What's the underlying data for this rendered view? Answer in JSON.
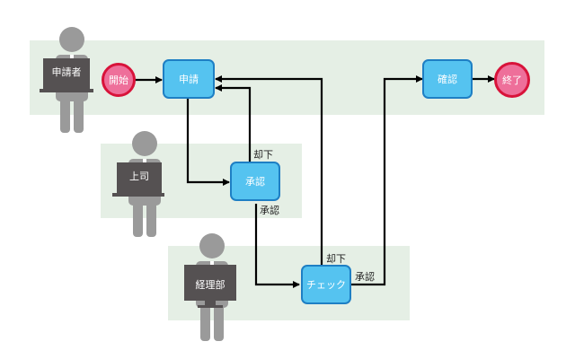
{
  "title": "申請ワークフロー",
  "colors": {
    "lane": "#e5efe5",
    "process_fill": "#55c3f0",
    "process_border": "#1e7fc4",
    "terminal_fill": "#ee6f9a",
    "terminal_border": "#d8133a",
    "person": "#9a9a9a",
    "device": "#555152",
    "arrow": "#000000"
  },
  "lanes": [
    {
      "id": "applicant",
      "actor": "申請者",
      "device": "laptop"
    },
    {
      "id": "boss",
      "actor": "上司",
      "device": "laptop"
    },
    {
      "id": "accounting",
      "actor": "経理部",
      "device": "monitor"
    }
  ],
  "nodes": {
    "start": {
      "label": "開始",
      "type": "terminal",
      "lane": "applicant"
    },
    "apply": {
      "label": "申請",
      "type": "process",
      "lane": "applicant"
    },
    "confirm": {
      "label": "確認",
      "type": "process",
      "lane": "applicant"
    },
    "end": {
      "label": "終了",
      "type": "terminal",
      "lane": "applicant"
    },
    "approve": {
      "label": "承認",
      "type": "process",
      "lane": "boss"
    },
    "check": {
      "label": "チェック",
      "type": "process",
      "lane": "accounting"
    }
  },
  "edges": [
    {
      "from": "start",
      "to": "apply",
      "label": ""
    },
    {
      "from": "apply",
      "to": "approve",
      "label": ""
    },
    {
      "from": "approve",
      "to": "apply",
      "label": "却下"
    },
    {
      "from": "approve",
      "to": "check",
      "label": "承認"
    },
    {
      "from": "check",
      "to": "apply",
      "label": "却下"
    },
    {
      "from": "check",
      "to": "confirm",
      "label": "承認"
    },
    {
      "from": "confirm",
      "to": "end",
      "label": ""
    }
  ]
}
